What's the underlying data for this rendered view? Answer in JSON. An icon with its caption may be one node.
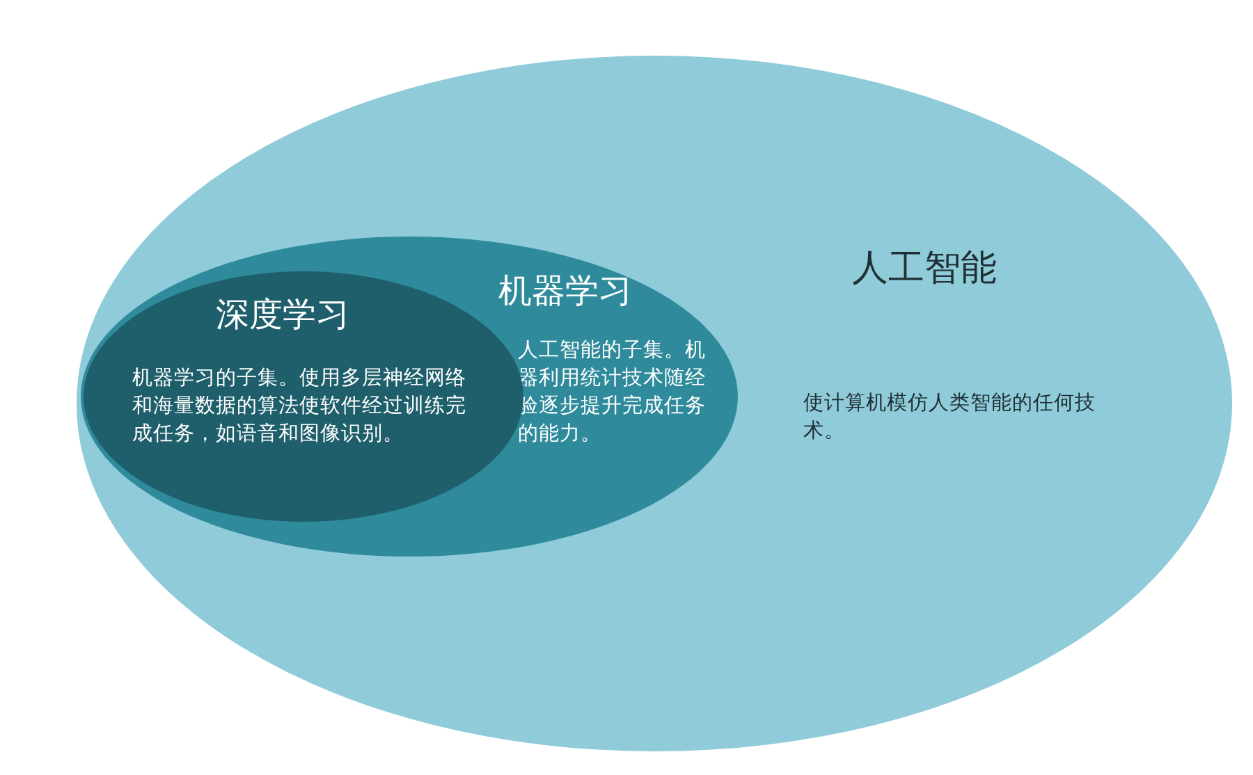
{
  "diagram": {
    "nodes": [
      {
        "text": [
          "人工智能",
          "使计算机模仿人类智能的任何技术。"
        ]
      },
      {
        "text": [
          "机器学习",
          "人工智能的子集。机器利用统计技术随经验逐步提升完成任务的能力。"
        ],
        "in": 0
      },
      {
        "text": [
          "深度学习",
          "机器学习的子集。使用多层神经网络和海量数据的算法使软件经过训练完成任务，如语音和图像识别。"
        ],
        "in": 1
      }
    ]
  }
}
